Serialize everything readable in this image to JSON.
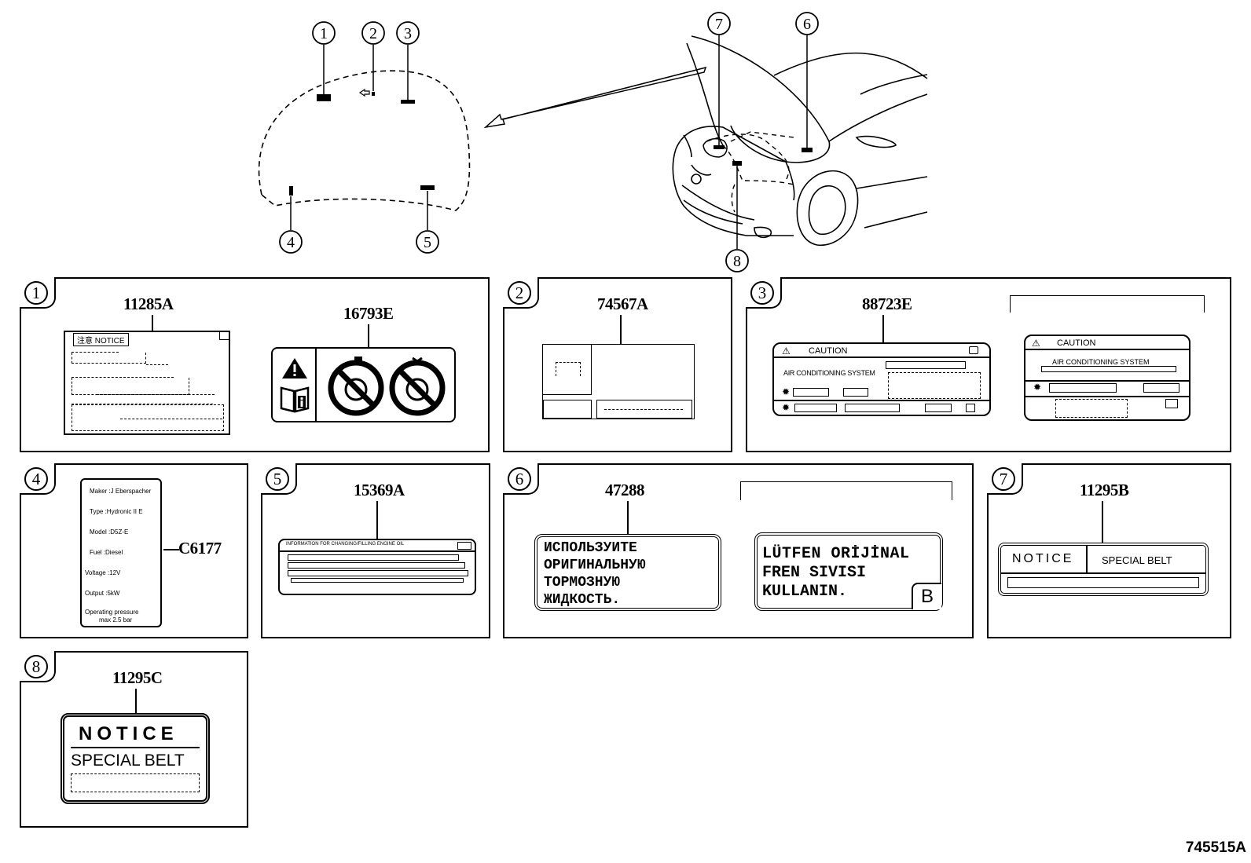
{
  "overview": {
    "callouts": [
      "1",
      "2",
      "3",
      "4",
      "5",
      "6",
      "7",
      "8"
    ]
  },
  "panels": [
    {
      "num": "1",
      "parts": [
        "11285A",
        "16793E"
      ],
      "label_11285A": {
        "heading": "注意 NOTICE"
      }
    },
    {
      "num": "2",
      "parts": [
        "74567A"
      ]
    },
    {
      "num": "3",
      "parts": [
        "88723E"
      ],
      "label_a": {
        "heading": "CAUTION",
        "line": "AIR CONDITIONING SYSTEM"
      },
      "label_b": {
        "heading": "CAUTION",
        "line": "AIR CONDITIONING SYSTEM"
      }
    },
    {
      "num": "4",
      "parts": [
        "C6177"
      ],
      "label_lines": [
        "Maker :J Eberspacher",
        "Type :Hydronic II E",
        "Model :D5Z-E",
        "Fuel :Diesel",
        "Voltage :12V",
        "Output :5kW",
        "Operating pressure",
        "max 2.5 bar"
      ]
    },
    {
      "num": "5",
      "parts": [
        "15369A"
      ],
      "label_text": "INFORMATION FOR CHANGING/FILLING ENGINE OIL"
    },
    {
      "num": "6",
      "parts": [
        "47288"
      ],
      "russian": [
        "ИСПОЛЬЗУИТЕ",
        "ОРИГИНАЛЬНУЮ",
        "ТОРМОЗНУЮ",
        "ЖИДКОСТЬ."
      ],
      "turkish": [
        "LÜTFEN ORİJİNAL",
        "FREN SIVISI",
        "KULLANIN."
      ],
      "variant": "B"
    },
    {
      "num": "7",
      "parts": [
        "11295B"
      ],
      "notice": "NOTICE",
      "special": "SPECIAL BELT"
    },
    {
      "num": "8",
      "parts": [
        "11295C"
      ],
      "notice": "NOTICE",
      "special": "SPECIAL BELT"
    }
  ],
  "diagram_code": "745515A"
}
